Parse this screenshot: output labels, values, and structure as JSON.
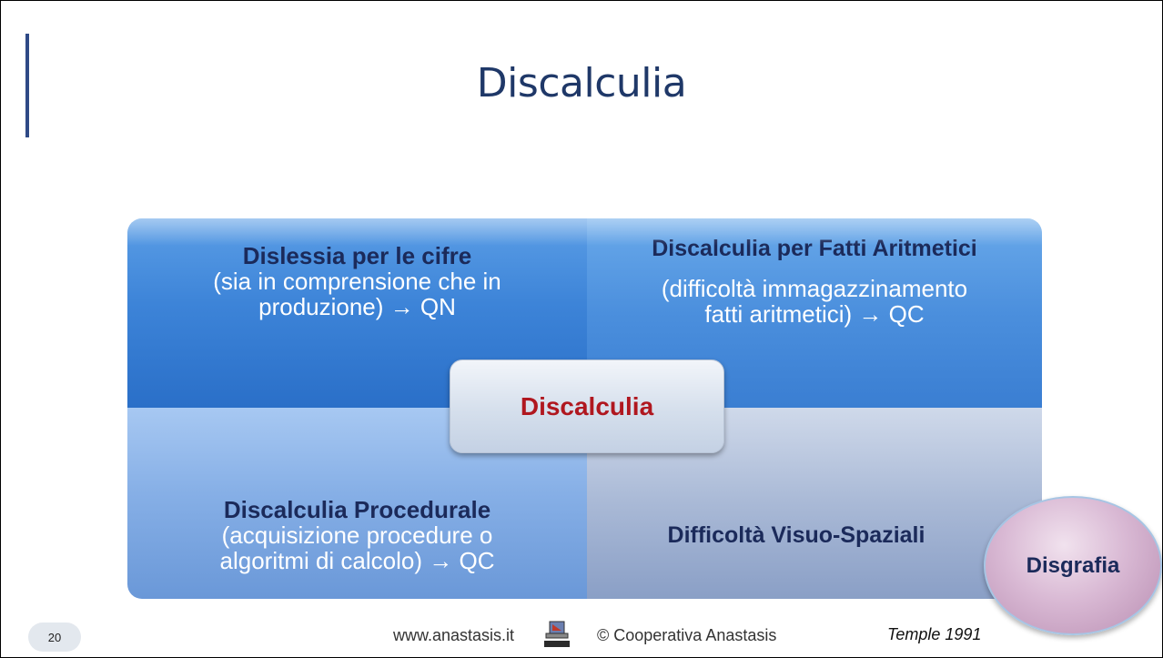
{
  "slide": {
    "title": "Discalculia",
    "center_label": "Discalculia",
    "circle_label": "Disgrafia"
  },
  "quadrants": {
    "top_left": {
      "head": "Dislessia per le cifre",
      "line1": "(sia in comprensione che in",
      "line2": "produzione) → QN"
    },
    "top_right": {
      "head": "Discalculia per Fatti Aritmetici",
      "line1": "(difficoltà immagazzinamento",
      "line2": "fatti aritmetici) → QC"
    },
    "bottom_left": {
      "head": "Discalculia Procedurale",
      "line1": "(acquisizione procedure o",
      "line2": "algoritmi di calcolo) → QC"
    },
    "bottom_right": {
      "head": "Difficoltà Visuo-Spaziali"
    }
  },
  "footer": {
    "page_number": "20",
    "url": "www.anastasis.it",
    "copyright": "© Cooperativa Anastasis",
    "citation": "Temple 1991",
    "logo_icon": "anastasis-logo-icon"
  },
  "colors": {
    "title": "#1f3868",
    "accent_bar": "#2f4a86",
    "center_text": "#b0171f",
    "dark_heading": "#1b2a5a"
  }
}
